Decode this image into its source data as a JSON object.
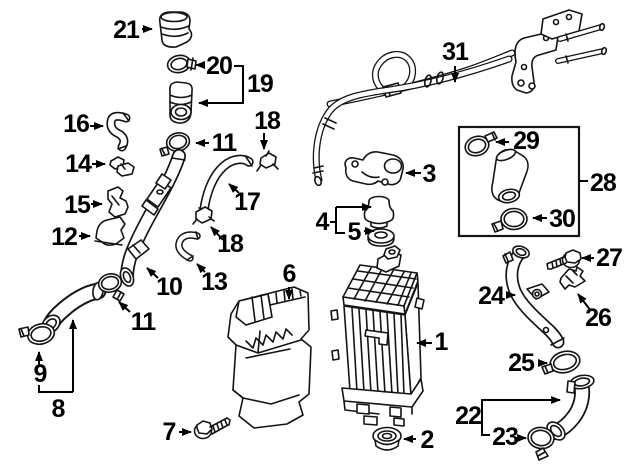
{
  "diagram": {
    "background": "#ffffff",
    "line_color": "#141414",
    "label_color": "#000000"
  },
  "callouts": [
    {
      "label": "1"
    },
    {
      "label": "2"
    },
    {
      "label": "3"
    },
    {
      "label": "4"
    },
    {
      "label": "5"
    },
    {
      "label": "6"
    },
    {
      "label": "7"
    },
    {
      "label": "8"
    },
    {
      "label": "9"
    },
    {
      "label": "10"
    },
    {
      "label": "11"
    },
    {
      "label": "12"
    },
    {
      "label": "13"
    },
    {
      "label": "14"
    },
    {
      "label": "15"
    },
    {
      "label": "16"
    },
    {
      "label": "17"
    },
    {
      "label": "18"
    },
    {
      "label": "19"
    },
    {
      "label": "20"
    },
    {
      "label": "21"
    },
    {
      "label": "22"
    },
    {
      "label": "23"
    },
    {
      "label": "24"
    },
    {
      "label": "25"
    },
    {
      "label": "26"
    },
    {
      "label": "27"
    },
    {
      "label": "28"
    },
    {
      "label": "29"
    },
    {
      "label": "30"
    },
    {
      "label": "31"
    },
    {
      "label": "11"
    },
    {
      "label": "18"
    }
  ]
}
